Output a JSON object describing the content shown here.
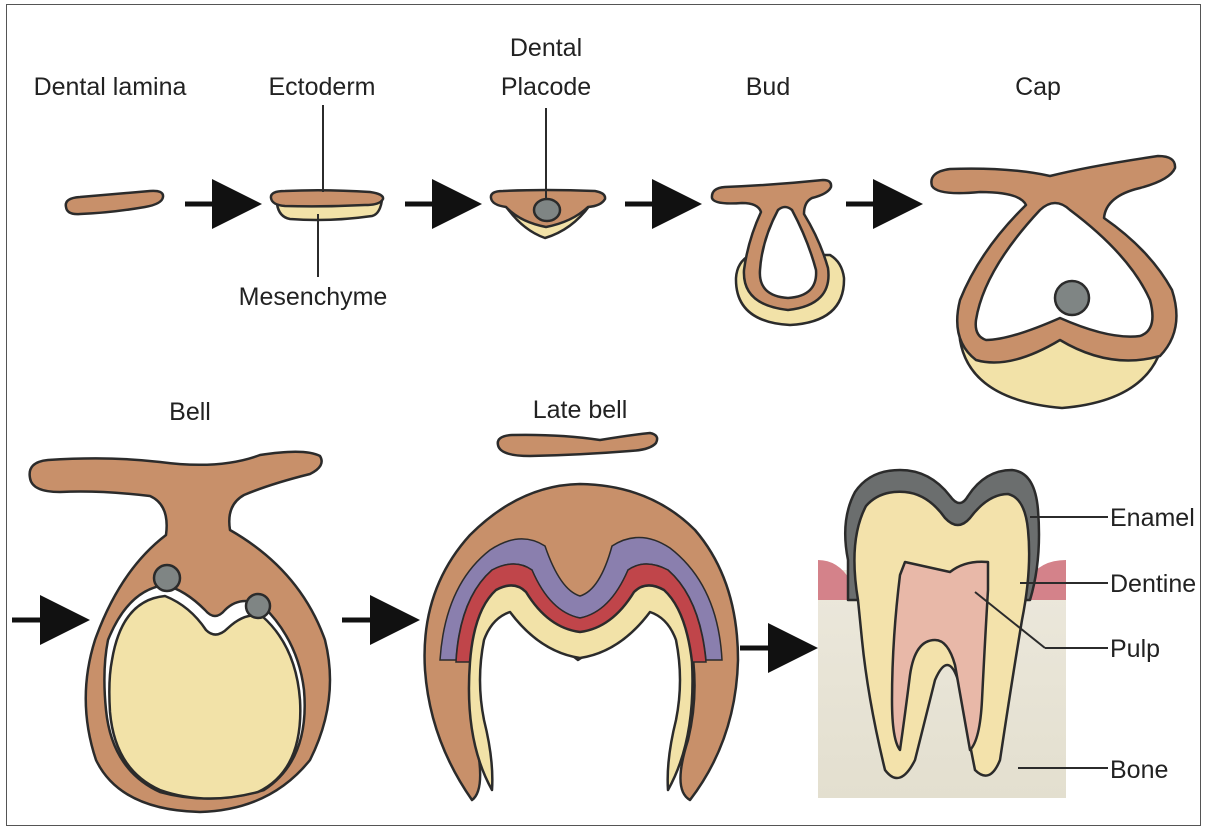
{
  "stages": {
    "dental_lamina": "Dental lamina",
    "ectoderm": "Ectoderm",
    "mesenchyme": "Mesenchyme",
    "placode_line1": "Dental",
    "placode_line2": "Placode",
    "bud": "Bud",
    "cap": "Cap",
    "bell": "Bell",
    "late_bell": "Late bell"
  },
  "tooth_parts": {
    "enamel": "Enamel",
    "dentine": "Dentine",
    "pulp": "Pulp",
    "bone": "Bone"
  },
  "colors": {
    "epithelium": "#c8906a",
    "mesenchyme": "#f2e2a8",
    "enamel_knot": "#7f8584",
    "enamel": "#6b6e6e",
    "dentine": "#f3e2ab",
    "pulp": "#e8b8a8",
    "gum": "#d4828a",
    "bone": "#e7e3d6",
    "red_layer": "#c0454a",
    "purple_layer": "#8a7fae"
  }
}
